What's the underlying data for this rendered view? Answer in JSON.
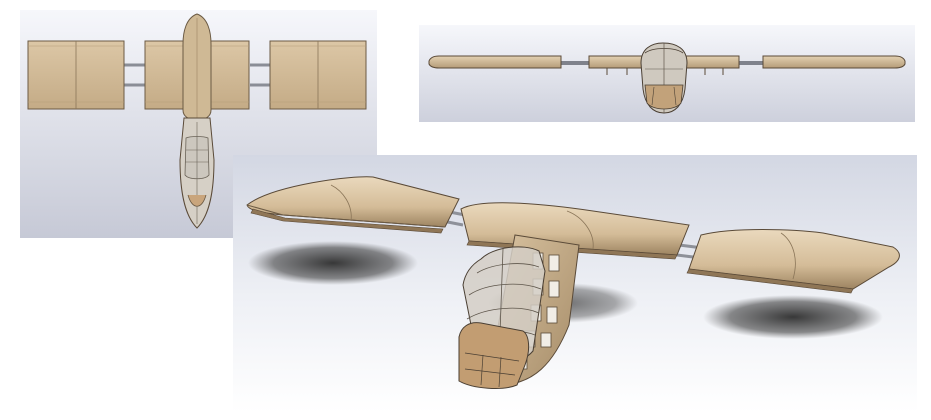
{
  "views": [
    {
      "id": "top",
      "name": "top-view"
    },
    {
      "id": "front",
      "name": "front-view"
    },
    {
      "id": "iso",
      "name": "isometric-view"
    }
  ],
  "colors": {
    "panel_gradient_light": "#f6f7fb",
    "panel_gradient_dark": "#c9ccd8",
    "wood": "#d2bd9c",
    "wood_light": "#e6d6bb",
    "wood_dark": "#a88f6d",
    "edge": "#5a4a38",
    "spar": "#8a8d96",
    "canopy": "#c9c4bb",
    "shadow": "#3a3a3a"
  }
}
